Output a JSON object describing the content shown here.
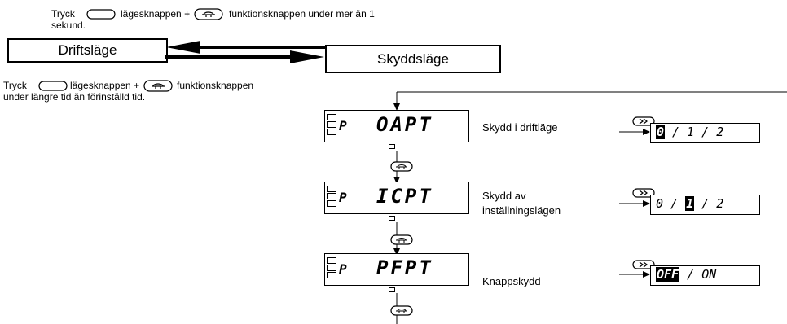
{
  "top_note": {
    "tryck": "Tryck",
    "mid": "lägesknappen +",
    "end": "funktionsknappen under mer än 1",
    "line2": "sekund."
  },
  "bottom_note": {
    "tryck": "Tryck",
    "mid": "lägesknappen +",
    "end": "funktionsknappen",
    "line2": "under längre tid än förinställd tid."
  },
  "modes": {
    "left": "Driftsläge",
    "right": "Skyddsläge"
  },
  "displays": [
    {
      "p": "P",
      "code": "OAPT",
      "label_lines": [
        "Skydd i driftläge"
      ],
      "values": [
        "0",
        " / ",
        "1",
        " / ",
        "2"
      ],
      "highlight_index": 0
    },
    {
      "p": "P",
      "code": "ICPT",
      "label_lines": [
        "Skydd av",
        "inställningslägen"
      ],
      "values": [
        "0",
        " / ",
        "1",
        " / ",
        "2"
      ],
      "highlight_index": 2
    },
    {
      "p": "P",
      "code": "PFPT",
      "label_lines": [
        "Knappskydd"
      ],
      "values": [
        "OFF",
        " / ",
        "ON"
      ],
      "highlight_index": 0
    }
  ],
  "colors": {
    "line": "#000000",
    "background": "#ffffff"
  },
  "icons": [
    "mode-key-icon",
    "function-key-icon",
    "shift-key-icon",
    "arrow-icon"
  ]
}
